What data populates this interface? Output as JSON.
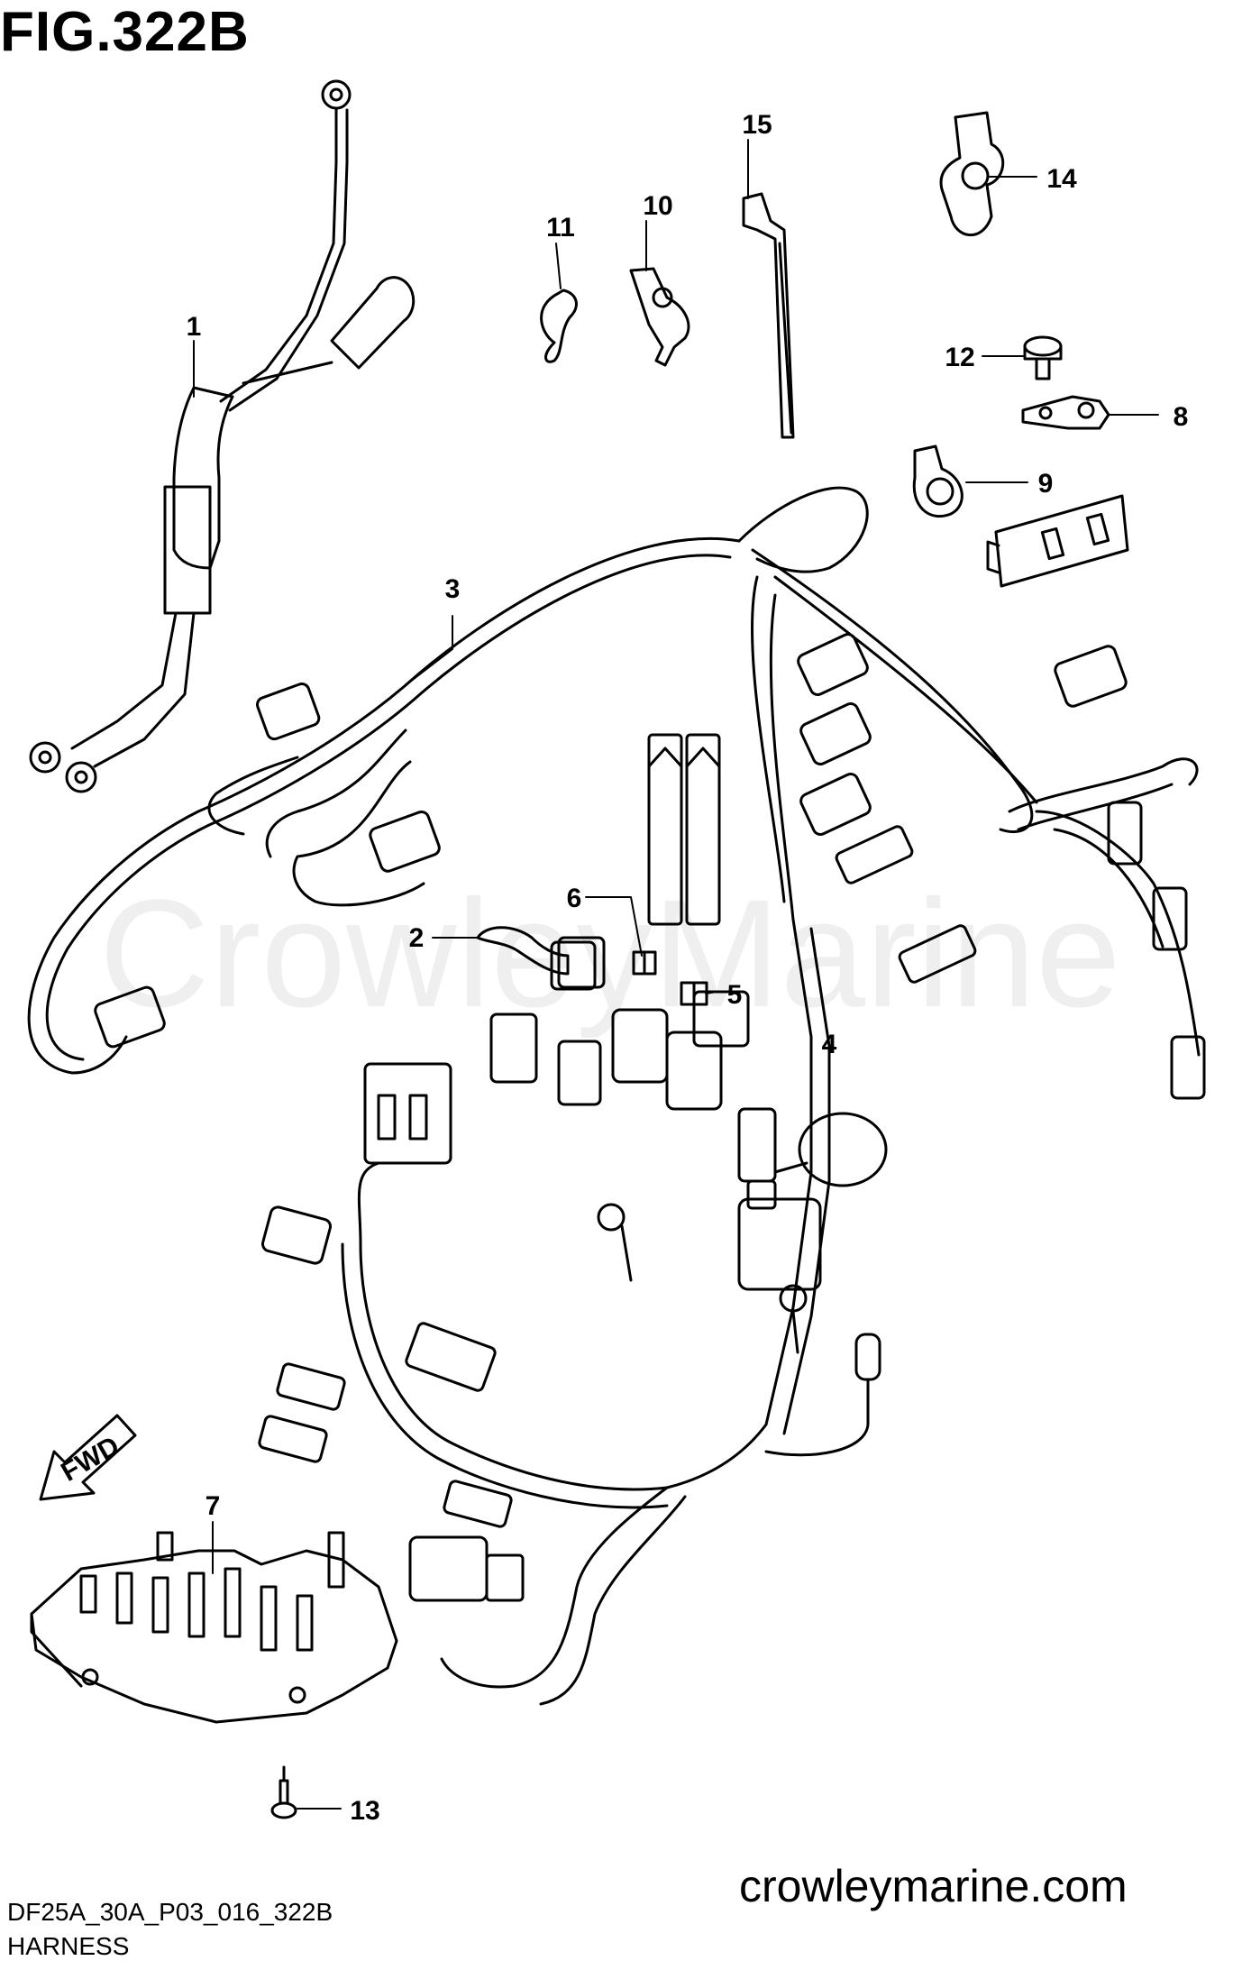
{
  "title": "FIG.322B",
  "footer": {
    "code": "DF25A_30A_P03_016_322B",
    "name": "HARNESS"
  },
  "website": "crowleymarine.com",
  "watermark": "CrowleyMarine",
  "fwd_label": "FWD",
  "callouts": [
    "1",
    "2",
    "3",
    "4",
    "5",
    "6",
    "7",
    "8",
    "9",
    "10",
    "11",
    "12",
    "13",
    "14",
    "15"
  ]
}
